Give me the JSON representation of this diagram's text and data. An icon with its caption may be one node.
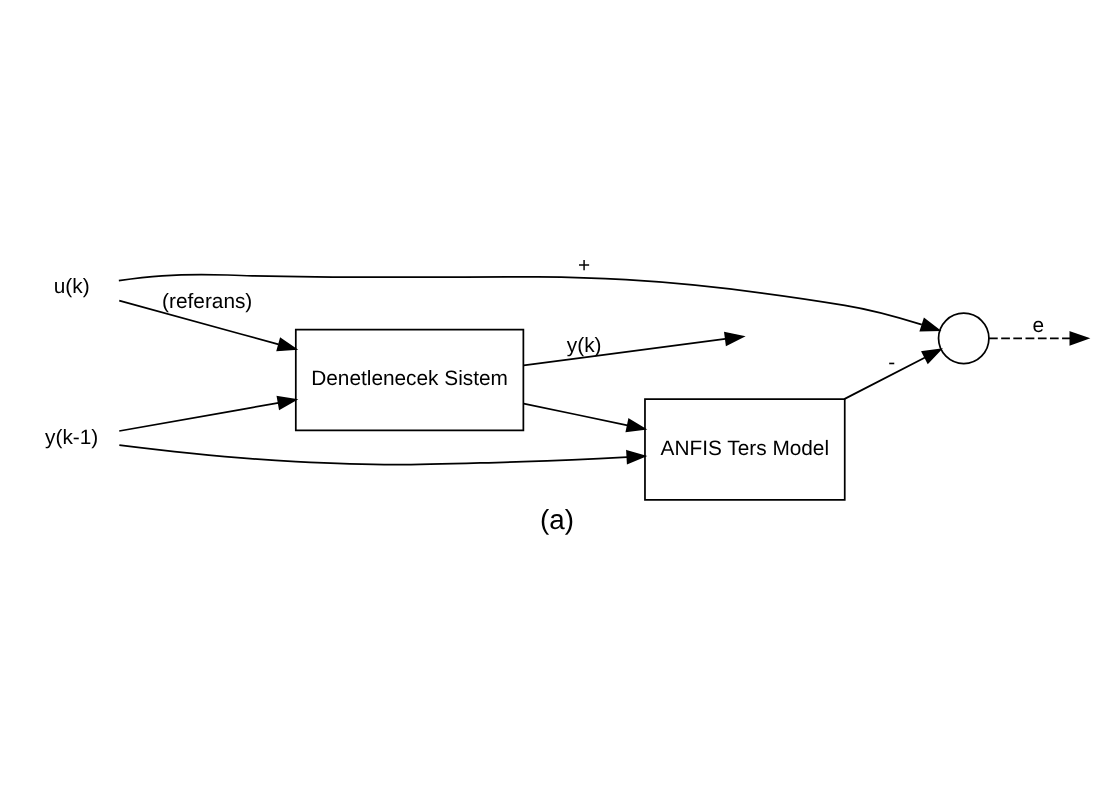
{
  "diagram": {
    "caption": "(a)",
    "nodes": [
      {
        "text": [
          "u(k)"
        ]
      },
      {
        "text": [
          "Denetlenecek Sistem"
        ]
      },
      {
        "text": [],
        "shape": "circle"
      },
      {
        "text": [
          "ANFIS Ters Model"
        ]
      },
      {
        "text": [
          "y(k-1)"
        ]
      }
    ],
    "edges": [
      {
        "from": 0,
        "to": 1,
        "arrow": "to",
        "label": "(referans)"
      },
      {
        "from": 0,
        "to": 2,
        "arrow": "to",
        "label": "+"
      },
      {
        "from": 1,
        "to": null,
        "arrow": "to",
        "label": "y(k)"
      },
      {
        "from": 1,
        "to": 3,
        "arrow": "to"
      },
      {
        "from": 4,
        "to": 1,
        "arrow": "to"
      },
      {
        "from": 4,
        "to": 3,
        "arrow": "to"
      },
      {
        "from": 3,
        "to": 2,
        "arrow": "to",
        "label": "-"
      },
      {
        "from": 2,
        "to": null,
        "arrow": "to",
        "label": "e",
        "style": "dashed"
      }
    ]
  }
}
